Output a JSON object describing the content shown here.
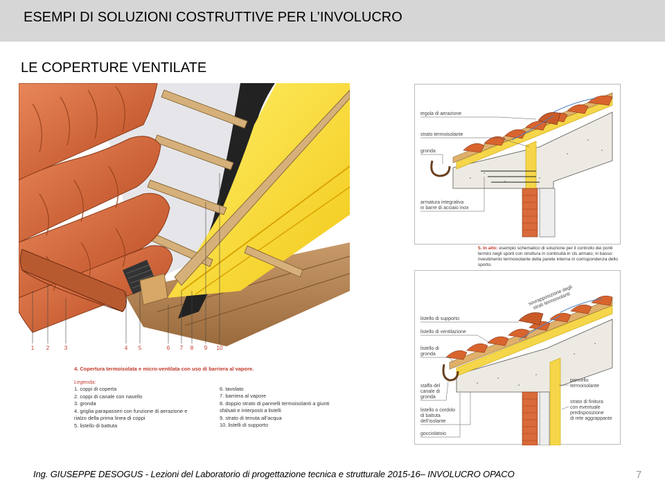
{
  "header": {
    "title": "ESEMPI DI SOLUZIONI COSTRUTTIVE PER L’INVOLUCRO",
    "subtitle": "LE COPERTURE VENTILATE"
  },
  "figure_left": {
    "numbers": [
      "1",
      "2",
      "3",
      "4",
      "5",
      "6",
      "7",
      "8",
      "9",
      "10"
    ],
    "caption": "4. Copertura termoisolata e micro-ventilata con uso di barriera al vapore.",
    "legend_title": "Legenda:",
    "legend_col1": [
      "1.  coppi di coperta",
      "2.  coppi di canale con nasello",
      "3.  gronda",
      "4.  griglia parapasseri con funzione di aerazione e",
      "     rialzo della prima linea di coppi",
      "5.  listello di battuta"
    ],
    "legend_col2": [
      "6.  tavolato",
      "7.  barriera al vapore",
      "8.  doppio strato di pannelli termoisolanti a giunti",
      "sfalsati e interposti a listelli",
      "9.  strato di tenuta all’acqua",
      "10.  listelli di supporto"
    ]
  },
  "figure_right_top": {
    "labels": [
      "tegola di aerazione",
      "strato termoisolante",
      "gronda",
      "armatura integrativa",
      "in barre di acciaio inox"
    ]
  },
  "caption5": {
    "lead": "5. In alto:",
    "text": " esempio schematico di soluzione per il controllo dei ponti termici negli sporti con struttura in continuità in cls armato; in basso: rivestimento termoisolante della parete interna in corrispondenza dello sporto."
  },
  "figure_right_bottom": {
    "top_label_1": "sovrapposizione degli",
    "top_label_2": "strati termoisolanti",
    "labels_left": [
      [
        "listello di supporto"
      ],
      [
        "listello di ventilazione"
      ],
      [
        "listello di",
        "gronda"
      ],
      [
        "staffa del",
        "canale di",
        "gronda"
      ],
      [
        "listello o cordolo",
        "di battuta",
        "dell’isolante"
      ],
      [
        "gocciolatoio"
      ]
    ],
    "labels_right": [
      [
        "pannello",
        "termoisolante"
      ],
      [
        "strato di finitura",
        "con eventuale",
        "predisposizione",
        "di rete aggrappante"
      ]
    ]
  },
  "footer": {
    "text": "Ing. GIUSEPPE DESOGUS - Lezioni del Laboratorio di progettazione tecnica e strutturale 2015-16–   INVOLUCRO OPACO",
    "page": "7"
  }
}
